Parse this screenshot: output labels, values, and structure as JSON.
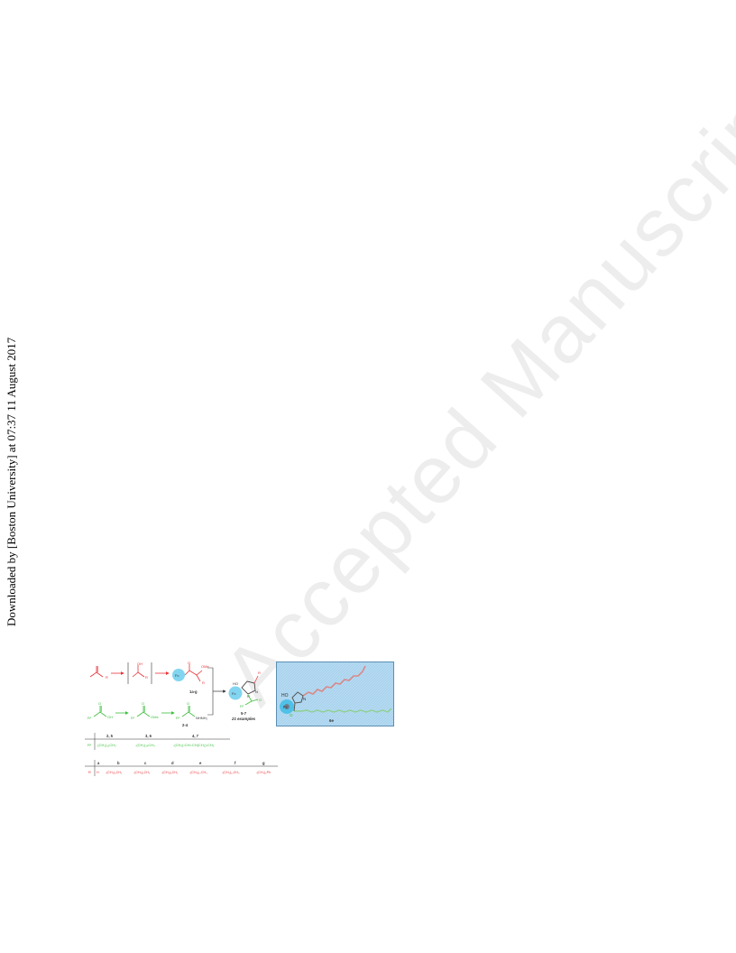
{
  "sidebar_note": "Downloaded by [Boston University] at 07:37 11 August 2017",
  "watermark": "Accepted Manuscript",
  "scheme": {
    "product_range": "5-7",
    "examples": "21 examples",
    "enaminone_label": "1a-g",
    "hydrazide_label": "2-4",
    "atom_OMe": "OMe",
    "atom_OH": "OH",
    "atom_O": "O",
    "atom_N": "N",
    "atom_HO": "HO",
    "atom_R": "R",
    "atom_R1": "R¹",
    "atom_Fc": "Fc",
    "hydrazide_group": "NHNH₂",
    "ester_group": "OMe",
    "r1_table": {
      "row_label": "R¹",
      "headers": [
        "2, 5",
        "3, 6",
        "4, 7"
      ],
      "values": [
        "-(CH₂)₁₀CH₃",
        "-(CH₂)₁₄CH₃",
        "-(CH₂)₇CH=CH(CH₂)₇CH₃"
      ]
    },
    "r_table": {
      "row_label": "R",
      "headers": [
        "a",
        "b",
        "c",
        "d",
        "e",
        "f",
        "g"
      ],
      "values": [
        "H",
        "-(CH₂)₄CH₃",
        "-(CH₂)₆CH₃",
        "-(CH₂)₈CH₃",
        "-(CH₂)₁₀CH₃",
        "-(CH₂)₁₂CH₃",
        "-(CH₂)₂Ph"
      ]
    }
  },
  "inset": {
    "compound_label": "6e",
    "atom_HO": "HO",
    "atom_N": "N",
    "atom_Fc": "Fc",
    "atom_O": "O",
    "background_color": "#a9d3ee"
  },
  "colors": {
    "red": "#e8343a",
    "green": "#3fbf3f",
    "highlight": "#2fb9e6",
    "ink": "#333333"
  }
}
